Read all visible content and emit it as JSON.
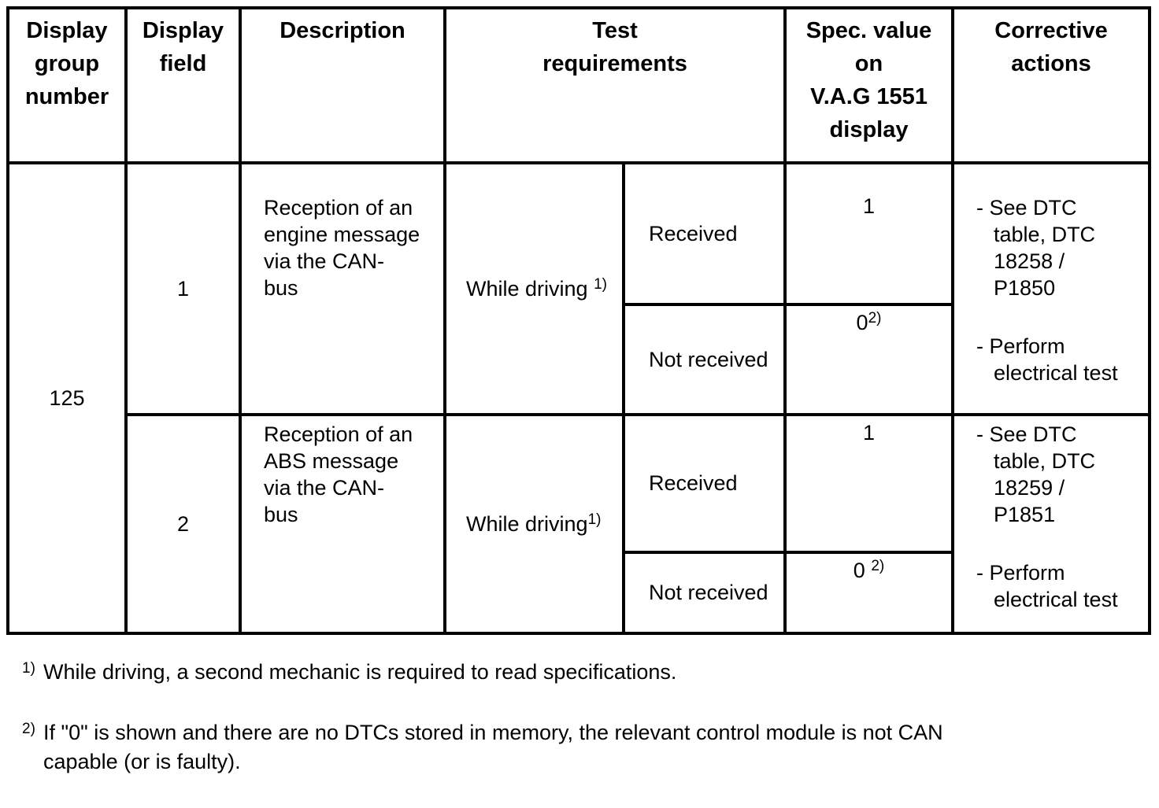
{
  "table": {
    "header": {
      "display_group_number": [
        "Display",
        "group",
        "number"
      ],
      "display_field": [
        "Display",
        "field"
      ],
      "description": [
        "Description"
      ],
      "test_requirements": [
        "Test",
        "requirements"
      ],
      "spec_value": [
        "Spec. value",
        "on",
        "V.A.G 1551",
        "display"
      ],
      "corrective_actions": [
        "Corrective",
        "actions"
      ]
    },
    "body": {
      "display_group_number": "125",
      "groups": [
        {
          "display_field": "1",
          "description_lines": [
            "Reception of an",
            "engine message",
            "via the CAN-",
            "bus"
          ],
          "test_requirement": {
            "text": "While driving ",
            "sup": "1)"
          },
          "conditions": [
            {
              "label": "Received",
              "value": "1",
              "value_sup": ""
            },
            {
              "label": "Not received",
              "value": "0",
              "value_sup": "2)"
            }
          ],
          "corrective": [
            {
              "lines": [
                "- See DTC",
                "table, DTC",
                "18258 /",
                "P1850"
              ]
            },
            {
              "lines": [
                "- Perform",
                "electrical test"
              ]
            }
          ]
        },
        {
          "display_field": "2",
          "description_lines": [
            "Reception of an",
            "ABS message",
            "via the CAN-",
            "bus"
          ],
          "test_requirement": {
            "text": "While driving",
            "sup": "1)"
          },
          "conditions": [
            {
              "label": "Received",
              "value": "1",
              "value_sup": ""
            },
            {
              "label": "Not received",
              "value": "0 ",
              "value_sup": "2)"
            }
          ],
          "corrective": [
            {
              "lines": [
                "- See DTC",
                "table, DTC",
                "18259 /",
                "P1851"
              ]
            },
            {
              "lines": [
                "- Perform",
                "electrical test"
              ]
            }
          ]
        }
      ]
    }
  },
  "footnotes": [
    {
      "marker": "1)",
      "lines": [
        "While driving, a second mechanic is required to read specifications."
      ]
    },
    {
      "marker": "2)",
      "lines": [
        "If \"0\" is shown and there are no DTCs stored in memory, the relevant control module is not CAN",
        "capable (or is faulty)."
      ]
    }
  ]
}
